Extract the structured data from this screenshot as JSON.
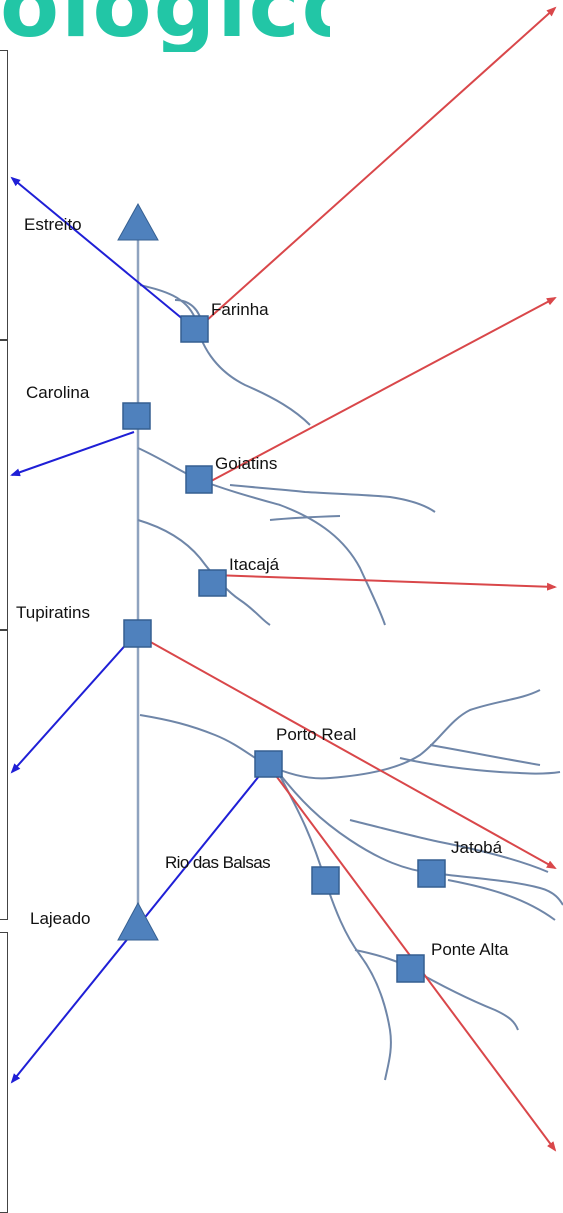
{
  "title": "ológico",
  "reservoirs": {
    "estreito": "Estreito",
    "lajeado": "Lajeado"
  },
  "stations": {
    "farinha": "Farinha",
    "carolina": "Carolina",
    "goiatins": "Goiatins",
    "itacaja": "Itacajá",
    "tupiratins": "Tupiratins",
    "porto_real": "Porto Real",
    "rio_das_balsas": "Rio das Balsas",
    "jatoba": "Jatobá",
    "ponte_alta": "Ponte Alta"
  },
  "colors": {
    "title": "#22c6a6",
    "marker": "#4f81bd",
    "marker_border": "#355f91",
    "river": "#6f86a8",
    "input_arrow": "#d9474a",
    "output_arrow": "#1f1fd6"
  }
}
